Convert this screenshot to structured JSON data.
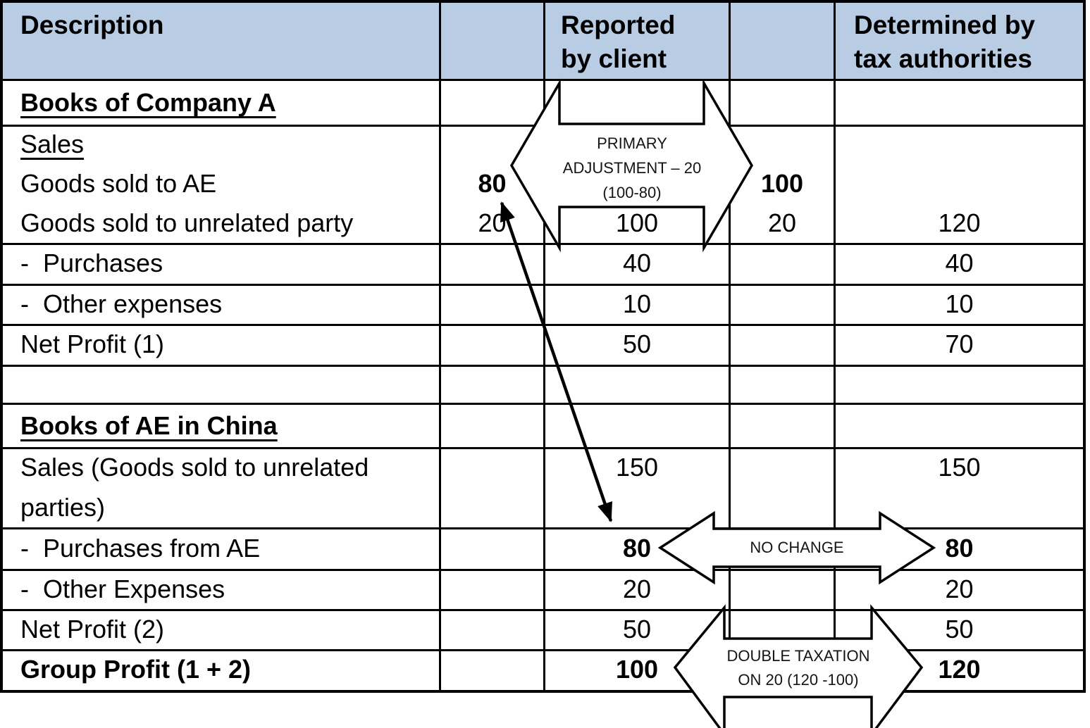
{
  "header": {
    "cols": [
      {
        "lines": [
          "Description"
        ]
      },
      {
        "lines": []
      },
      {
        "lines": [
          "Reported",
          "by client"
        ]
      },
      {
        "lines": []
      },
      {
        "lines": [
          "Determined by",
          "tax authorities"
        ]
      }
    ]
  },
  "table": {
    "rows": [
      {
        "cells": [
          [
            {
              "t": "Books of Company A",
              "b": 1,
              "u": 1
            }
          ],
          [],
          [],
          [],
          []
        ]
      },
      {
        "cells": [
          [
            {
              "t": "Sales",
              "u": 1
            },
            {
              "t": "Goods sold to AE"
            },
            {
              "t": "Goods sold to unrelated party"
            }
          ],
          [
            {
              "t": ""
            },
            {
              "t": "80",
              "b": 1
            },
            {
              "t": "20"
            }
          ],
          [
            {
              "t": ""
            },
            {
              "t": ""
            },
            {
              "t": "100"
            }
          ],
          [
            {
              "t": ""
            },
            {
              "t": "100",
              "b": 1
            },
            {
              "t": "20"
            }
          ],
          [
            {
              "t": ""
            },
            {
              "t": ""
            },
            {
              "t": "120"
            }
          ]
        ]
      },
      {
        "cells": [
          [
            {
              "t": "-  Purchases"
            }
          ],
          [],
          [
            {
              "t": "40"
            }
          ],
          [],
          [
            {
              "t": "40"
            }
          ]
        ]
      },
      {
        "cells": [
          [
            {
              "t": "-  Other expenses"
            }
          ],
          [],
          [
            {
              "t": "10"
            }
          ],
          [],
          [
            {
              "t": "10"
            }
          ]
        ]
      },
      {
        "cells": [
          [
            {
              "t": "Net Profit (1)"
            }
          ],
          [],
          [
            {
              "t": "50"
            }
          ],
          [],
          [
            {
              "t": "70"
            }
          ]
        ]
      },
      {
        "cells": [
          [],
          [],
          [],
          [],
          []
        ]
      },
      {
        "cells": [
          [
            {
              "t": "Books of AE in China",
              "b": 1,
              "u": 1
            }
          ],
          [],
          [],
          [],
          []
        ]
      },
      {
        "cells": [
          [
            {
              "t": "Sales (Goods sold to unrelated"
            },
            {
              "t": "parties)"
            }
          ],
          [],
          [
            {
              "t": "150"
            }
          ],
          [],
          [
            {
              "t": "150"
            }
          ]
        ]
      },
      {
        "cells": [
          [
            {
              "t": "-  Purchases from AE"
            }
          ],
          [],
          [
            {
              "t": "80",
              "b": 1
            }
          ],
          [],
          [
            {
              "t": "80",
              "b": 1
            }
          ]
        ]
      },
      {
        "cells": [
          [
            {
              "t": "-  Other Expenses"
            }
          ],
          [],
          [
            {
              "t": "20"
            }
          ],
          [],
          [
            {
              "t": "20"
            }
          ]
        ]
      },
      {
        "cells": [
          [
            {
              "t": "Net Profit (2)"
            }
          ],
          [],
          [
            {
              "t": "50"
            }
          ],
          [],
          [
            {
              "t": "50"
            }
          ]
        ]
      },
      {
        "cells": [
          [
            {
              "t": "Group Profit (1 + 2)",
              "b": 1
            }
          ],
          [],
          [
            {
              "t": "100",
              "b": 1
            }
          ],
          [],
          [
            {
              "t": "120",
              "b": 1
            }
          ]
        ]
      }
    ]
  },
  "annotations": {
    "primary_adjustment": {
      "lines": [
        "PRIMARY",
        "ADJUSTMENT – 20",
        "(100-80)"
      ]
    },
    "no_change": {
      "lines": [
        "NO CHANGE"
      ]
    },
    "double_taxation": {
      "lines": [
        "DOUBLE TAXATION",
        "ON 20 (120 -100)"
      ]
    }
  },
  "colors": {
    "header_bg": "#b8cce4",
    "border": "#000000",
    "text": "#000000",
    "shape_fill": "#ffffff"
  }
}
